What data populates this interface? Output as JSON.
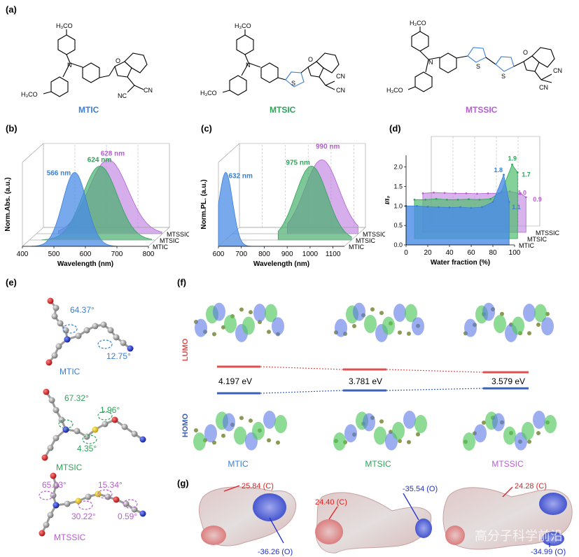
{
  "panels": {
    "a": "(a)",
    "b": "(b)",
    "c": "(c)",
    "d": "(d)",
    "e": "(e)",
    "f": "(f)",
    "g": "(g)"
  },
  "molecules": {
    "mtic": "MTIC",
    "mtsic": "MTSIC",
    "mtssic": "MTSSIC",
    "labels": {
      "h3co": "H₃CO",
      "s": "S",
      "o": "O",
      "n": "N",
      "cn": "CN",
      "nc": "NC"
    }
  },
  "colors": {
    "mtic": "#3a7fd6",
    "mtsic": "#2fa35a",
    "mtssic": "#b65fd0",
    "lumo": "#e05050",
    "homo": "#3a62b8"
  },
  "chart_data": [
    {
      "id": "b",
      "type": "area",
      "ylabel": "Norm.Abs. (a.u.)",
      "xlabel": "Wavelength (nm)",
      "xticks": [
        "400",
        "500",
        "600",
        "700",
        "800"
      ],
      "xlim": [
        400,
        800
      ],
      "depth_labels": [
        "MTSSIC",
        "MTSIC",
        "MTIC"
      ],
      "series": [
        {
          "name": "MTIC",
          "peak": 566,
          "peak_label": "566 nm"
        },
        {
          "name": "MTSIC",
          "peak": 624,
          "peak_label": "624 nm"
        },
        {
          "name": "MTSSIC",
          "peak": 628,
          "peak_label": "628 nm"
        }
      ]
    },
    {
      "id": "c",
      "type": "area",
      "ylabel": "Norm.PL. (a.u.)",
      "xlabel": "Wavelength (nm)",
      "xticks": [
        "600",
        "700",
        "800",
        "900",
        "1000",
        "1100"
      ],
      "xlim": [
        600,
        1150
      ],
      "depth_labels": [
        "MTSSIC",
        "MTSIC",
        "MTIC"
      ],
      "series": [
        {
          "name": "MTIC",
          "peak": 632,
          "peak_label": "632 nm"
        },
        {
          "name": "MTSIC",
          "peak": 975,
          "peak_label": "975 nm"
        },
        {
          "name": "MTSSIC",
          "peak": 990,
          "peak_label": "990 nm"
        }
      ]
    },
    {
      "id": "d",
      "type": "area",
      "ylabel": "I/I₀",
      "xlabel": "Water fraction (%)",
      "xticks": [
        "0",
        "20",
        "40",
        "60",
        "80",
        "100"
      ],
      "yticks": [
        "0.0",
        "0.5",
        "1.0",
        "1.5",
        "2.0"
      ],
      "xlim": [
        0,
        100
      ],
      "ylim": [
        0,
        2.3
      ],
      "depth_labels": [
        "MTSSIC",
        "MTSIC",
        "MTIC"
      ],
      "series": [
        {
          "name": "MTIC",
          "x": [
            0,
            10,
            20,
            30,
            40,
            50,
            60,
            70,
            80,
            90,
            95
          ],
          "values": [
            1.0,
            1.0,
            0.98,
            0.97,
            0.96,
            0.97,
            0.95,
            0.97,
            1.1,
            1.8,
            1.1
          ],
          "end_labels": [
            "1.8",
            "1.1"
          ]
        },
        {
          "name": "MTSIC",
          "x": [
            0,
            10,
            20,
            30,
            40,
            50,
            60,
            70,
            80,
            90,
            95
          ],
          "values": [
            1.0,
            1.0,
            1.02,
            1.0,
            1.0,
            1.01,
            1.0,
            1.02,
            1.2,
            1.9,
            1.7
          ],
          "end_labels": [
            "1.9",
            "1.7"
          ]
        },
        {
          "name": "MTSSIC",
          "x": [
            0,
            10,
            20,
            30,
            40,
            50,
            60,
            70,
            80,
            90,
            95
          ],
          "values": [
            1.0,
            1.02,
            1.01,
            1.0,
            1.0,
            0.99,
            1.0,
            1.0,
            1.05,
            1.0,
            0.9
          ],
          "end_labels": [
            "1.0",
            "0.9"
          ]
        }
      ]
    }
  ],
  "panel_e": {
    "mtic": {
      "name": "MTIC",
      "angles": [
        "64.37°",
        "12.75°"
      ]
    },
    "mtsic": {
      "name": "MTSIC",
      "angles": [
        "67.32°",
        "1.96°",
        "4.35°"
      ]
    },
    "mtssic": {
      "name": "MTSSIC",
      "angles": [
        "65.03°",
        "15.34°",
        "30.22°",
        "0.59°"
      ]
    }
  },
  "panel_f": {
    "lumo": "LUMO",
    "homo": "HOMO",
    "gaps": [
      "4.197 eV",
      "3.781 eV",
      "3.579 eV"
    ],
    "names": [
      "MTIC",
      "MTSIC",
      "MTSSIC"
    ]
  },
  "panel_g": {
    "values": [
      {
        "text": "25.84 (C)",
        "color": "#e02020"
      },
      {
        "text": "-36.26 (O)",
        "color": "#2030d0"
      },
      {
        "text": "24.40 (C)",
        "color": "#e02020"
      },
      {
        "text": "-35.54 (O)",
        "color": "#2030d0"
      },
      {
        "text": "24.28 (C)",
        "color": "#e02020"
      },
      {
        "text": "-34.99 (O)",
        "color": "#2030d0"
      }
    ],
    "watermark": "高分子科学前沿"
  }
}
